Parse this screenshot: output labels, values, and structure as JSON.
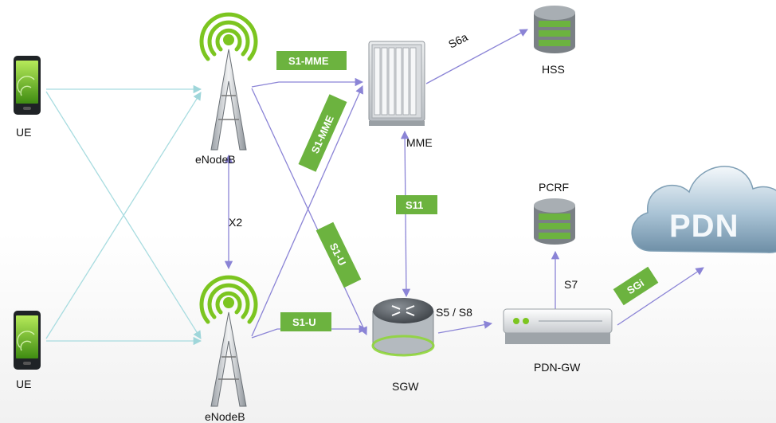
{
  "nodes": {
    "ue_top": "UE",
    "ue_bottom": "UE",
    "enodeb_top": "eNodeB",
    "enodeb_bottom": "eNodeB",
    "mme": "MME",
    "hss": "HSS",
    "sgw": "SGW",
    "pcrf": "PCRF",
    "pdn_gw": "PDN-GW",
    "pdn": "PDN"
  },
  "interfaces": {
    "x2": "X2",
    "s6a": "S6a",
    "s5_s8": "S5 / S8",
    "s7": "S7",
    "s1_mme_top": "S1-MME",
    "s1_mme_diag": "S1-MME",
    "s11": "S11",
    "s1_u_diag": "S1-U",
    "s1_u_bottom": "S1-U",
    "sgi": "SGi"
  },
  "colors": {
    "link_purple": "#8b84d6",
    "link_teal": "#a8dce0",
    "tag_green": "#6cb33f",
    "antenna_green": "#7cc520",
    "cloud_blue": "#8fb0c6"
  }
}
